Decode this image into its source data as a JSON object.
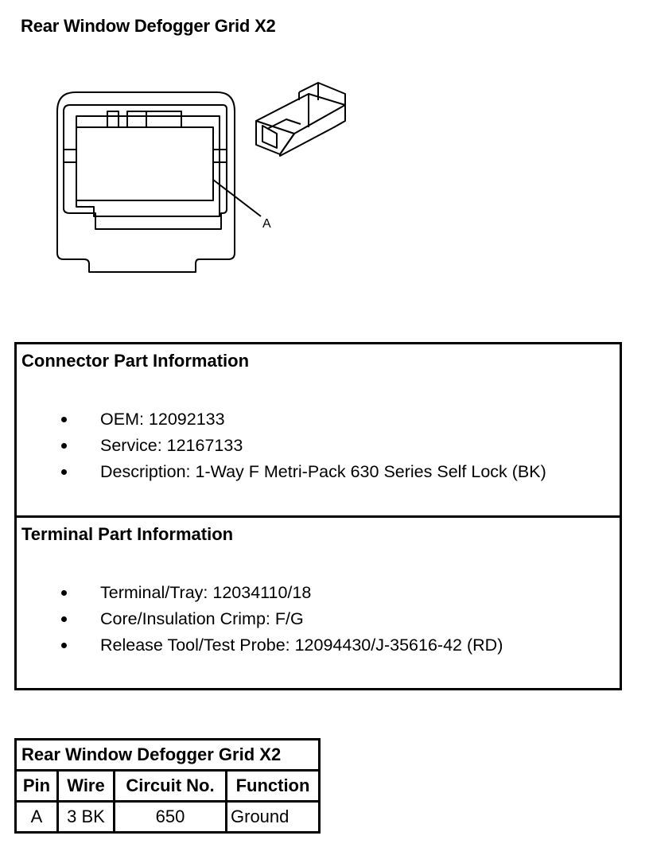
{
  "title": "Rear Window Defogger Grid X2",
  "diagram": {
    "callout_label": "A"
  },
  "connector_info": {
    "heading": "Connector Part Information",
    "items": [
      "OEM: 12092133",
      "Service: 12167133",
      "Description: 1-Way F Metri-Pack 630 Series Self Lock (BK)"
    ]
  },
  "terminal_info": {
    "heading": "Terminal Part Information",
    "items": [
      "Terminal/Tray: 12034110/18",
      "Core/Insulation Crimp: F/G",
      "Release Tool/Test Probe: 12094430/J-35616-42 (RD)"
    ]
  },
  "pin_table": {
    "caption": "Rear Window Defogger Grid X2",
    "headers": [
      "Pin",
      "Wire",
      "Circuit No.",
      "Function"
    ],
    "rows": [
      [
        "A",
        "3 BK",
        "650",
        "Ground"
      ]
    ]
  }
}
